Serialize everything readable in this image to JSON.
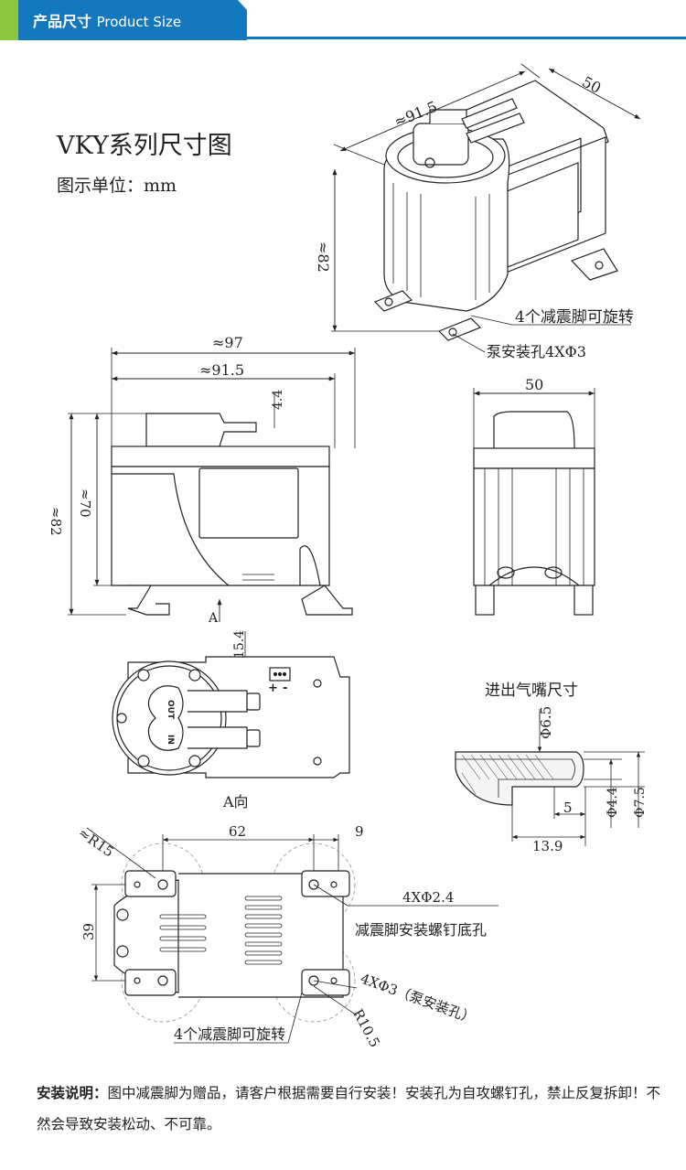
{
  "header": {
    "title_cn": "产品尺寸",
    "title_en": "Product Size",
    "color_green": "#8dc63f",
    "color_blue": "#1478be"
  },
  "diagram": {
    "title": "VKY系列尺寸图",
    "unit": "图示单位：mm",
    "iso_view": {
      "dim_length": "≈91.5",
      "dim_width": "50",
      "dim_height": "≈82",
      "note_feet": "4个减震脚可旋转",
      "note_holes": "泵安装孔4XΦ3"
    },
    "front_view": {
      "dim_total": "≈97",
      "dim_body": "≈91.5",
      "dim_top": "4.4",
      "dim_h_total": "≈82",
      "dim_h_body": "≈70",
      "view_marker": "A"
    },
    "side_view": {
      "dim_width": "50"
    },
    "top_view": {
      "dim_offset": "15.4",
      "label_out": "OUT",
      "label_in": "IN",
      "label_plus": "+",
      "label_minus": "-",
      "caption": "A向"
    },
    "nozzle": {
      "title": "进出气嘴尺寸",
      "dim_d1": "Φ6.5",
      "dim_len1": "5",
      "dim_len2": "13.9",
      "dim_d2": "Φ4.4",
      "dim_d3": "Φ7.5"
    },
    "bottom_view": {
      "dim_r15": "≈R15",
      "dim_62": "62",
      "dim_9": "9",
      "dim_39": "39",
      "screw": "4XΦ2.4",
      "screw_desc": "减震脚安装螺钉底孔",
      "pump_holes": "4XΦ3（泵安装孔）",
      "dim_r105": "R10.5",
      "note_feet": "4个减震脚可旋转"
    }
  },
  "caption": {
    "label": "安装说明：",
    "text": "图中减震脚为赠品，请客户根据需要自行安装！安装孔为自攻螺钉孔，禁止反复拆卸！不然会导致安装松动、不可靠。"
  }
}
